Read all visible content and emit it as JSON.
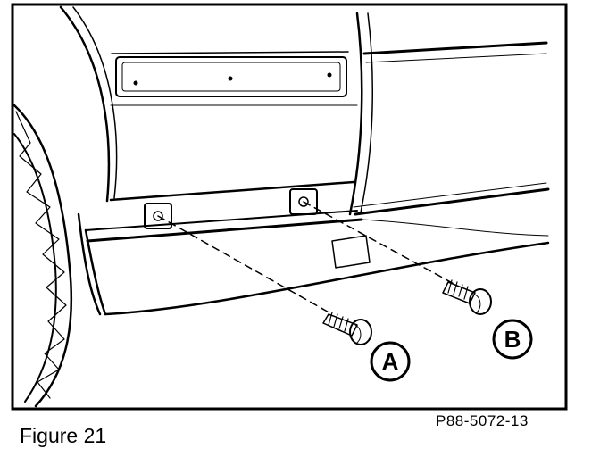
{
  "figure": {
    "caption": "Figure 21",
    "part_number": "P88-5072-13",
    "callouts": {
      "a": "A",
      "b": "B"
    }
  },
  "colors": {
    "ink": "#000000",
    "paper": "#ffffff"
  }
}
